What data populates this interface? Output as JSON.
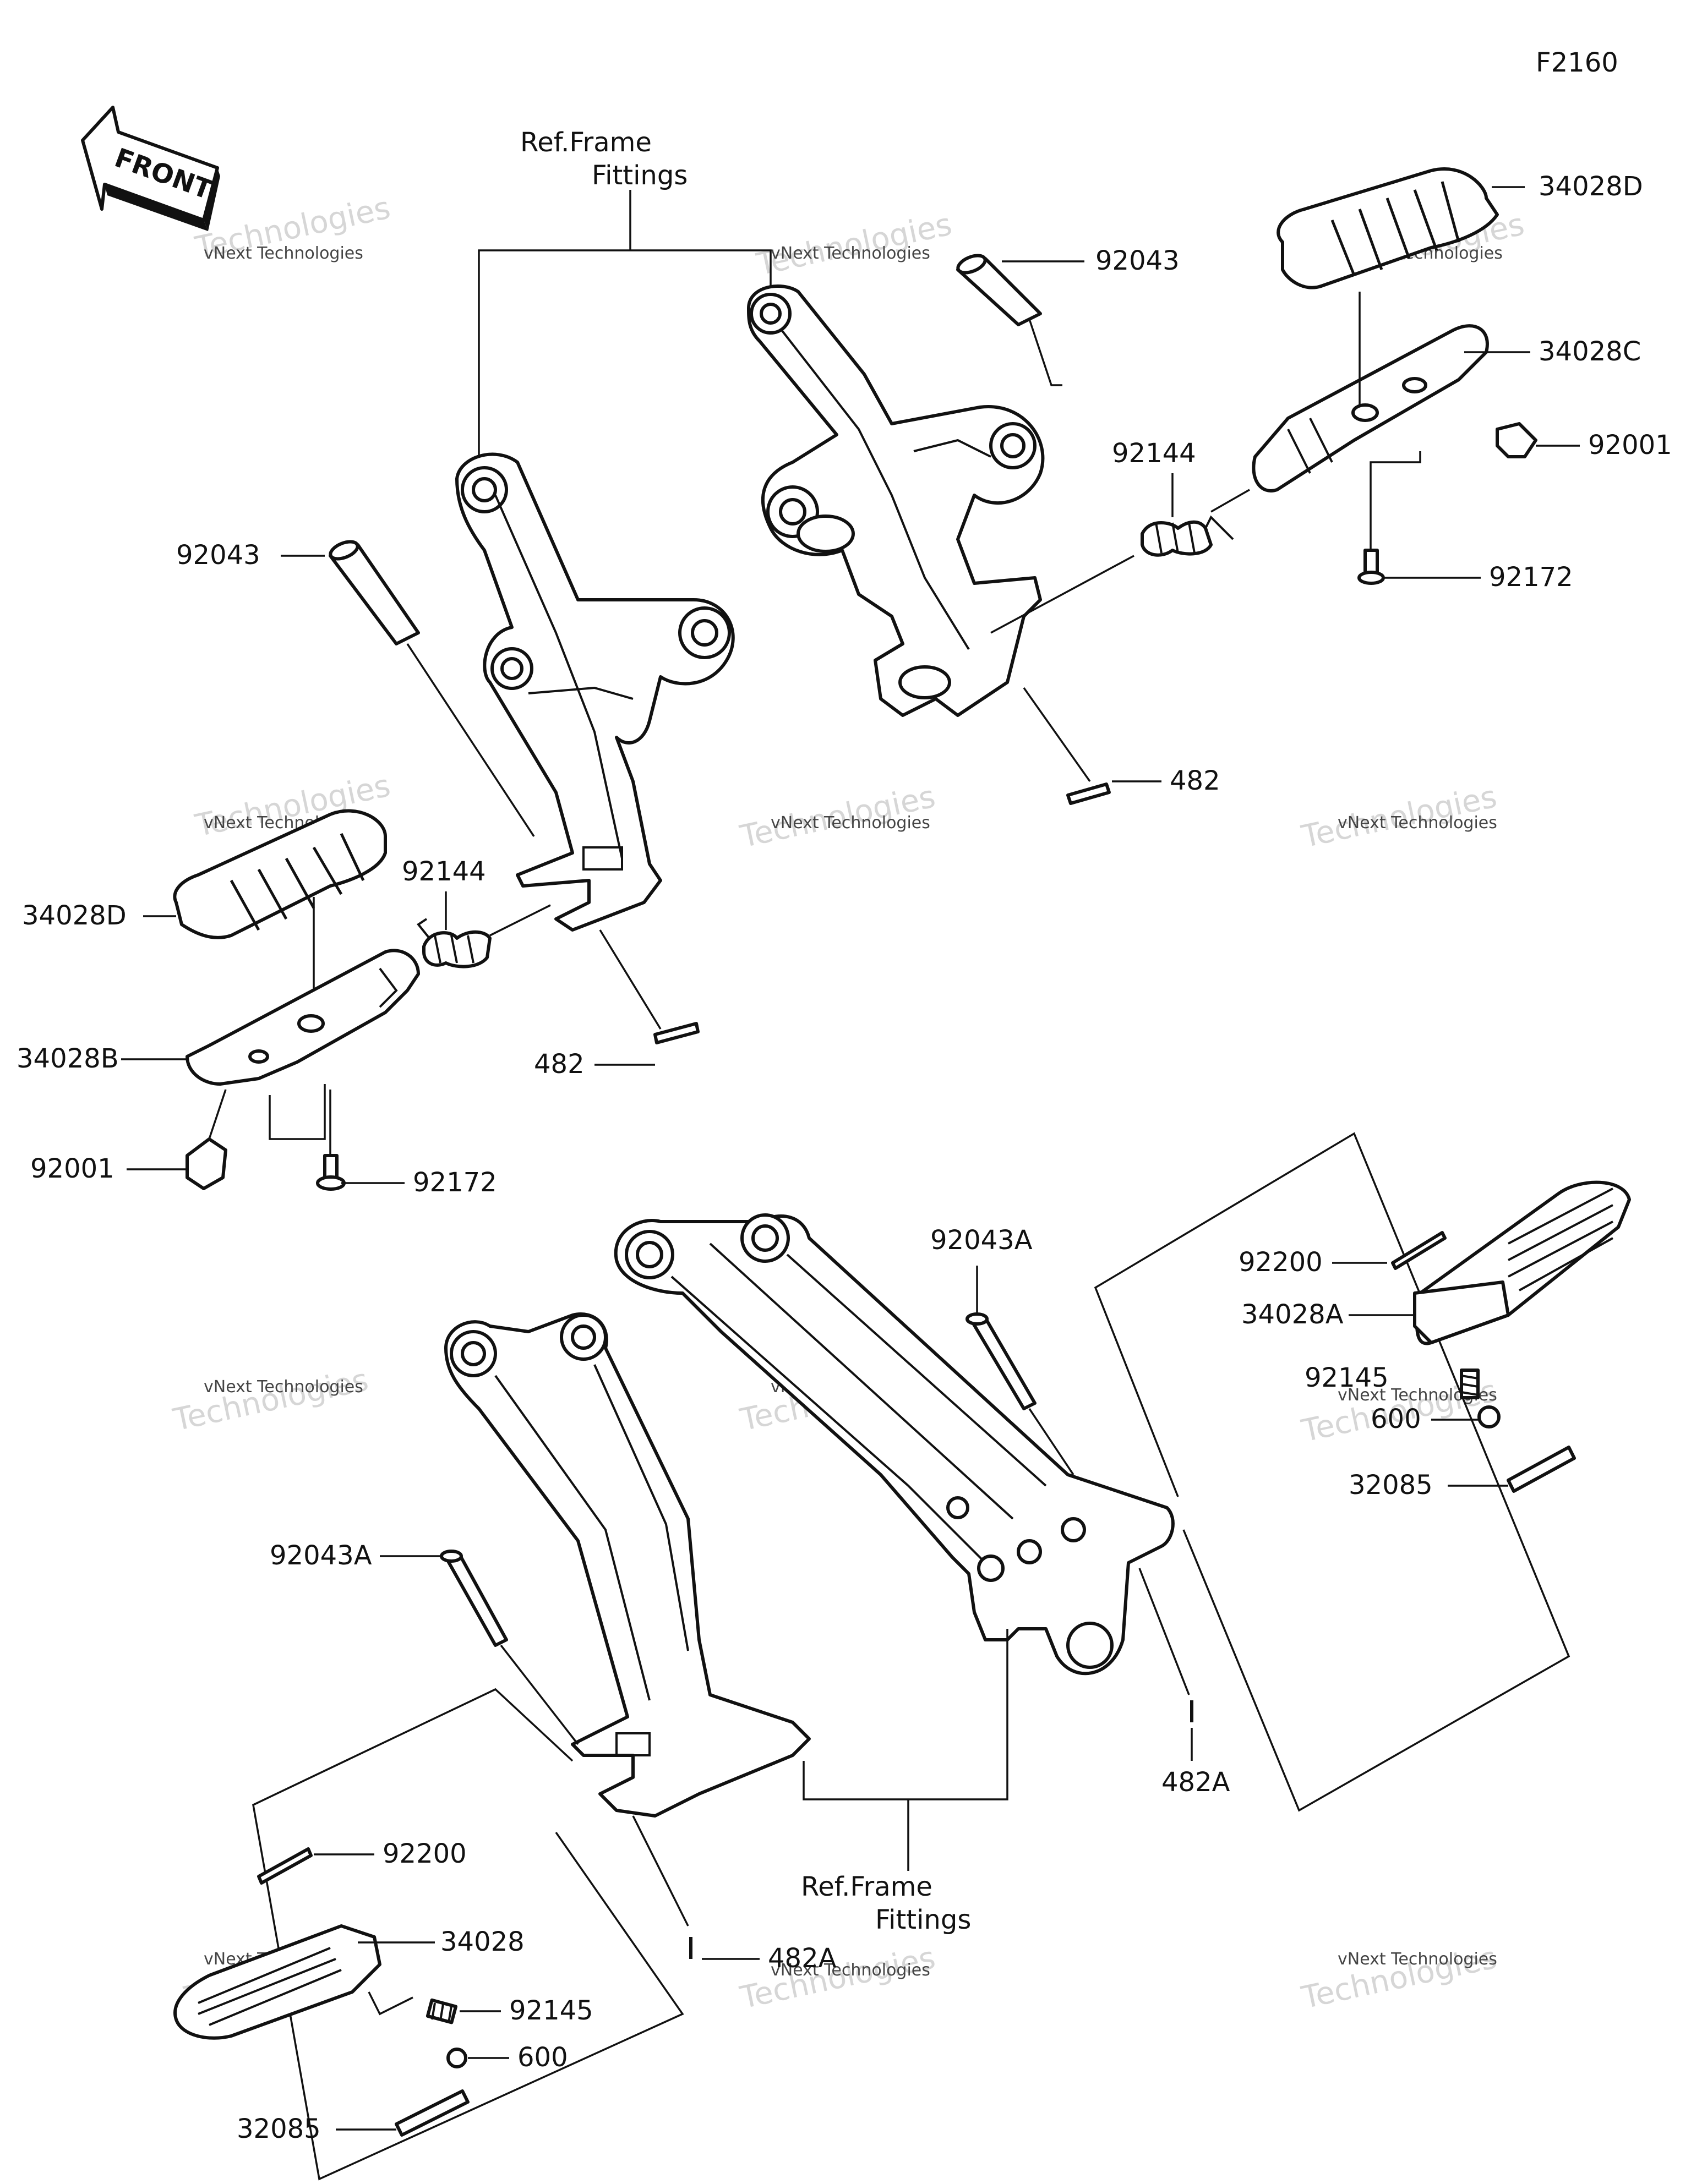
{
  "figure_code": "F2160",
  "front_arrow_label": "FRONT",
  "watermark": {
    "brand": "vNext",
    "line1": "vNext Technologies",
    "line2": "Technologies"
  },
  "ref_labels": {
    "upper": {
      "line1": "Ref.Frame",
      "line2": "Fittings"
    },
    "lower": {
      "line1": "Ref.Frame",
      "line2": "Fittings"
    }
  },
  "part_labels": {
    "p92043_top": "92043",
    "p34028D_right": "34028D",
    "p34028C": "34028C",
    "p92001_right": "92001",
    "p92144_right": "92144",
    "p92172_right": "92172",
    "p482_right": "482",
    "p92043_left": "92043",
    "p92144_left": "92144",
    "p34028D_left": "34028D",
    "p34028B": "34028B",
    "p482_left": "482",
    "p92001_left": "92001",
    "p92172_left": "92172",
    "p92043A_upper": "92043A",
    "p92200_right": "92200",
    "p34028A": "34028A",
    "p92145_right": "92145",
    "p600_right": "600",
    "p32085_right": "32085",
    "p92043A_lower": "92043A",
    "p482A_right": "482A",
    "p92200_left": "92200",
    "p34028": "34028",
    "p482A_left": "482A",
    "p92145_left": "92145",
    "p600_left": "600",
    "p32085_left": "32085"
  }
}
